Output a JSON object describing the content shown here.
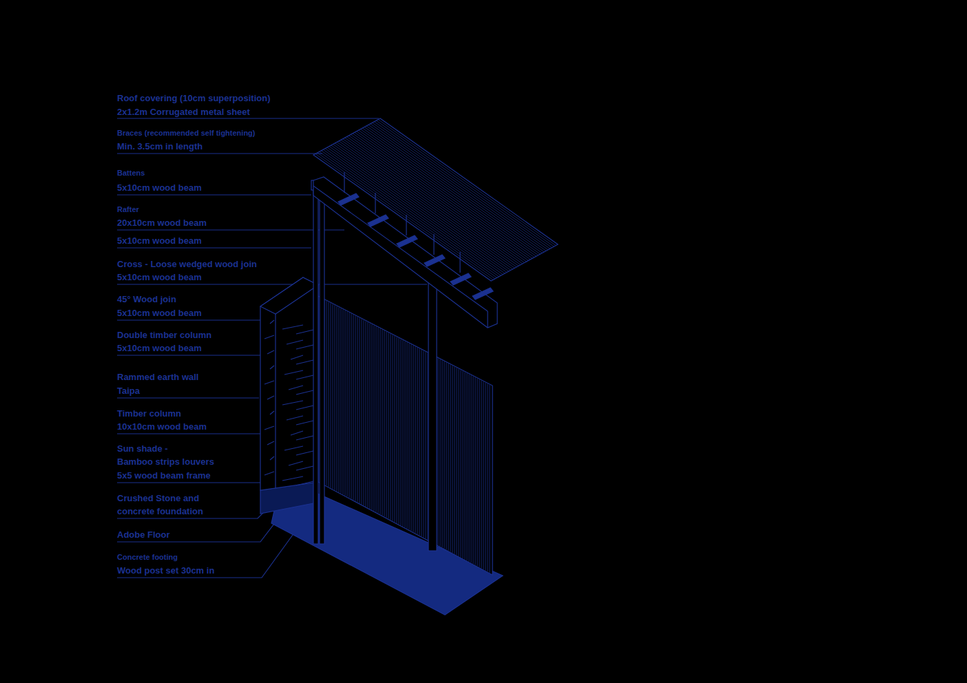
{
  "diagram": {
    "labels": [
      "Roof covering (10cm superposition)",
      "2x1.2m Corrugated metal sheet",
      "Braces (recommended self tightening)",
      "Min. 3.5cm in length",
      "Battens",
      "5x10cm wood beam",
      "Rafter",
      "20x10cm wood beam",
      "5x10cm wood beam",
      "Cross - Loose wedged wood join",
      "5x10cm wood beam",
      "45° Wood join",
      "5x10cm wood beam",
      "Double timber column",
      "5x10cm wood beam",
      "Rammed earth wall",
      "Taipa",
      "Timber column",
      "10x10cm wood beam",
      "Sun shade -",
      "Bamboo strips louvers",
      "5x5 wood beam frame",
      "Crushed Stone and",
      "concrete foundation",
      "Adobe Floor",
      "Concrete footing",
      "Wood post set 30cm in"
    ]
  }
}
